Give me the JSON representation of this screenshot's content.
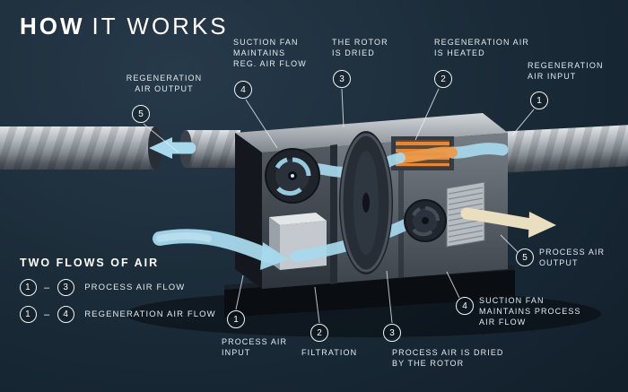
{
  "title": {
    "emphasis": "HOW",
    "rest": "IT WORKS"
  },
  "callouts": [
    {
      "id": "regeneration-air-output",
      "num": "5",
      "lines": [
        "REGENERATION",
        "AIR OUTPUT"
      ]
    },
    {
      "id": "suction-fan-reg",
      "num": "4",
      "lines": [
        "SUCTION FAN",
        "MAINTAINS",
        "REG. AIR FLOW"
      ]
    },
    {
      "id": "rotor-is-dried",
      "num": "3",
      "lines": [
        "THE ROTOR",
        "IS DRIED"
      ]
    },
    {
      "id": "regeneration-air-heated",
      "num": "2",
      "lines": [
        "REGENERATION AIR",
        "IS HEATED"
      ]
    },
    {
      "id": "regeneration-air-input",
      "num": "1",
      "lines": [
        "REGENERATION",
        "AIR INPUT"
      ]
    },
    {
      "id": "process-air-output",
      "num": "5",
      "lines": [
        "PROCESS AIR",
        "OUTPUT"
      ]
    },
    {
      "id": "suction-fan-process",
      "num": "4",
      "lines": [
        "SUCTION FAN",
        "MAINTAINS PROCESS",
        "AIR FLOW"
      ]
    },
    {
      "id": "process-air-dried",
      "num": "3",
      "lines": [
        "PROCESS AIR IS DRIED",
        "BY THE ROTOR"
      ]
    },
    {
      "id": "filtration",
      "num": "2",
      "lines": [
        "FILTRATION"
      ]
    },
    {
      "id": "process-air-input",
      "num": "1",
      "lines": [
        "PROCESS AIR",
        "INPUT"
      ]
    }
  ],
  "legend": {
    "title": "TWO FLOWS OF AIR",
    "dash": "–",
    "rows": [
      {
        "from": "1",
        "to": "3",
        "label": "PROCESS AIR FLOW"
      },
      {
        "from": "1",
        "to": "4",
        "label": "REGENERATION AIR FLOW"
      }
    ]
  },
  "colors": {
    "background": "#16242f",
    "text": "#e9f0f4",
    "air_flow_blue": "#a6d9ec",
    "heated_air_orange": "#ec9a4a",
    "dry_air_cream": "#e9dfbe"
  }
}
